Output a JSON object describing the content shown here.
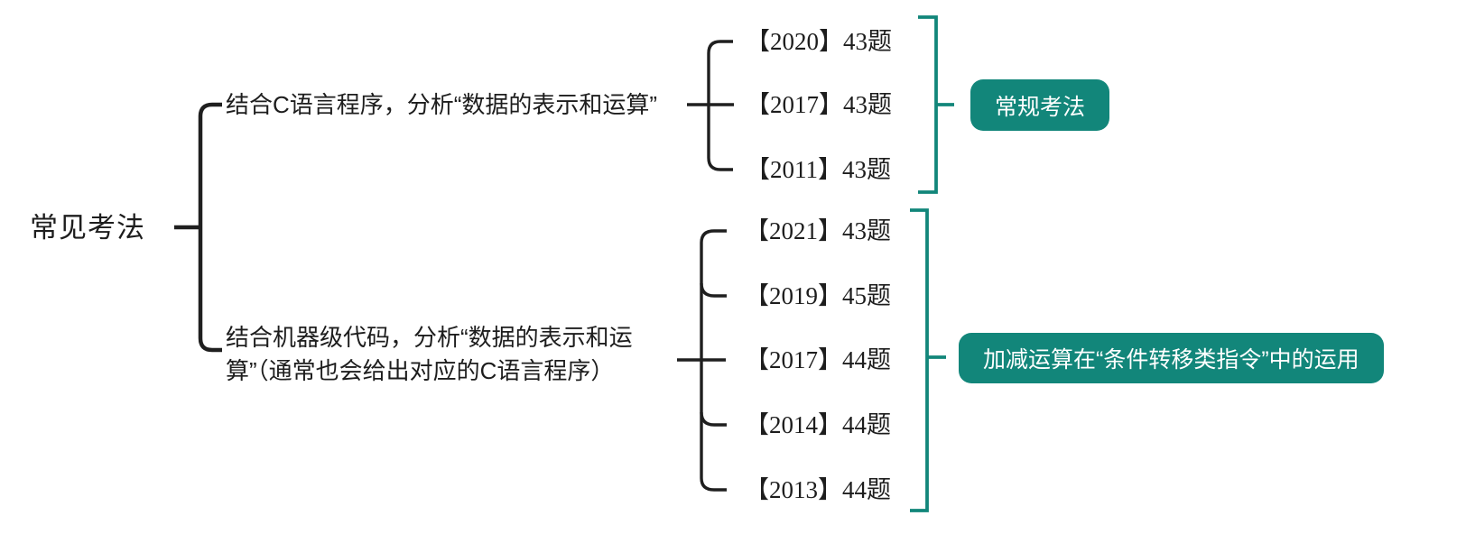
{
  "diagram": {
    "type": "mindmap",
    "root": {
      "label": "常见考法"
    },
    "branches": [
      {
        "label": "结合C语言程序，分析“数据的表示和运算”",
        "children": [
          {
            "label": "【2020】43题"
          },
          {
            "label": "【2017】43题"
          },
          {
            "label": "【2011】43题"
          }
        ],
        "badge": {
          "label": "常规考法"
        }
      },
      {
        "label": "结合机器级代码，分析“数据的表示和运算”（通常也会给出对应的C语言程序）",
        "children": [
          {
            "label": "【2021】43题"
          },
          {
            "label": "【2019】45题"
          },
          {
            "label": "【2017】44题"
          },
          {
            "label": "【2014】44题"
          },
          {
            "label": "【2013】44题"
          }
        ],
        "badge": {
          "label": "加减运算在“条件转移类指令”中的运用"
        }
      }
    ]
  },
  "colors": {
    "accent": "#12867a",
    "text": "#1d1d1d",
    "line": "#1f1f1f",
    "background": "#ffffff",
    "badge_text": "#ffffff"
  }
}
